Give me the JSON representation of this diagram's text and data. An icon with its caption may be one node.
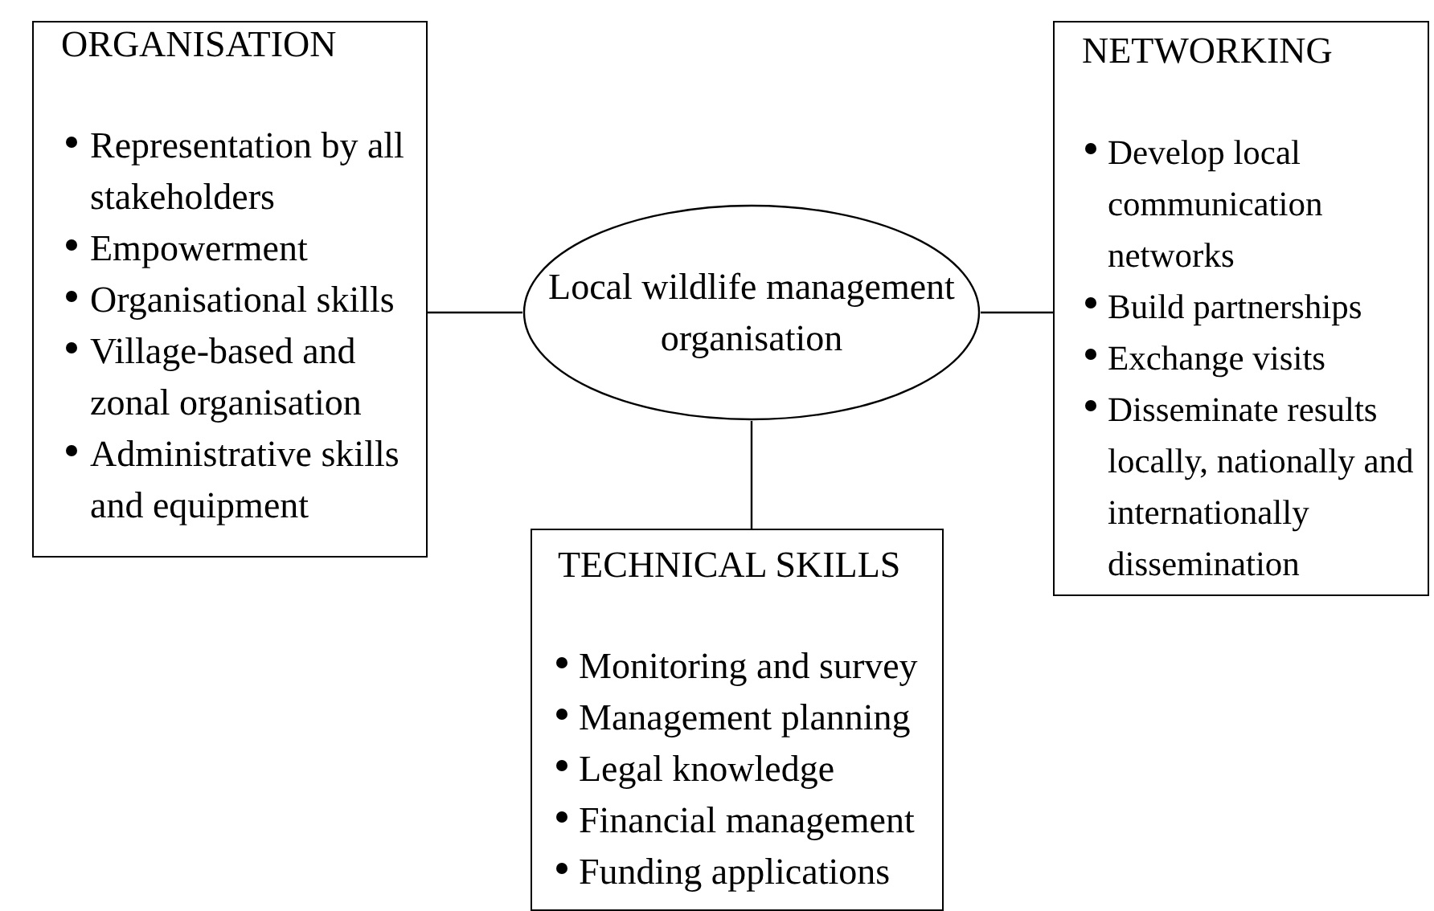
{
  "diagram": {
    "nodes": [
      {
        "text": [
          "ORGANISATION",
          "Representation by all stakeholders",
          "Empowerment",
          "Organisational skills",
          "Village-based and zonal organisation",
          "Administrative skills and equipment"
        ]
      },
      {
        "text": [
          "NETWORKING",
          "Develop local communication networks",
          "Build partnerships",
          "Exchange visits",
          "Disseminate results locally, nationally and internationally dissemination"
        ]
      },
      {
        "text": [
          "Local wildlife management organisation"
        ]
      },
      {
        "text": [
          "TECHNICAL SKILLS",
          "Monitoring and survey",
          "Management planning",
          "Legal knowledge",
          "Financial management",
          "Funding applications"
        ]
      }
    ],
    "edges": [
      {
        "from": 2,
        "to": 0,
        "arrow": "none"
      },
      {
        "from": 2,
        "to": 1,
        "arrow": "none"
      },
      {
        "from": 2,
        "to": 3,
        "arrow": "none"
      }
    ]
  }
}
